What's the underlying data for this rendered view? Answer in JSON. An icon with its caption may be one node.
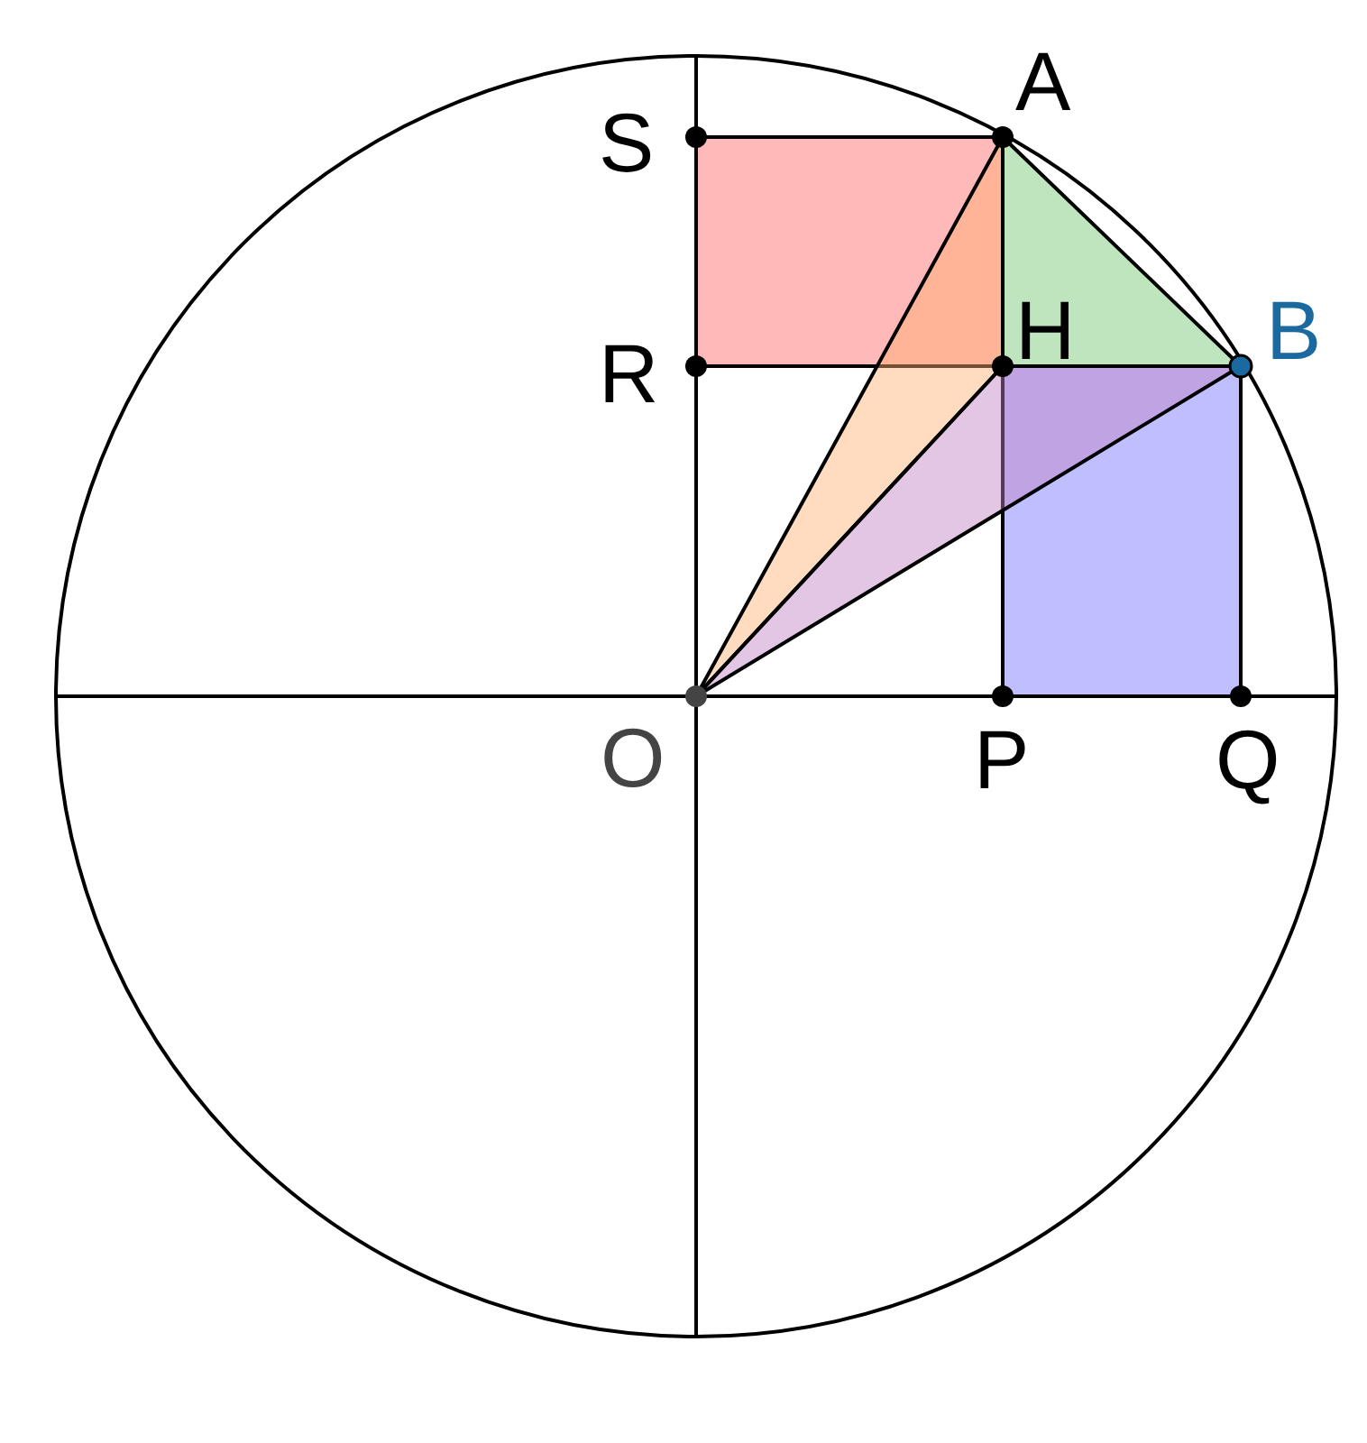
{
  "diagram": {
    "labels": [
      "A",
      "S",
      "H",
      "B",
      "R",
      "O",
      "P",
      "Q"
    ]
  }
}
